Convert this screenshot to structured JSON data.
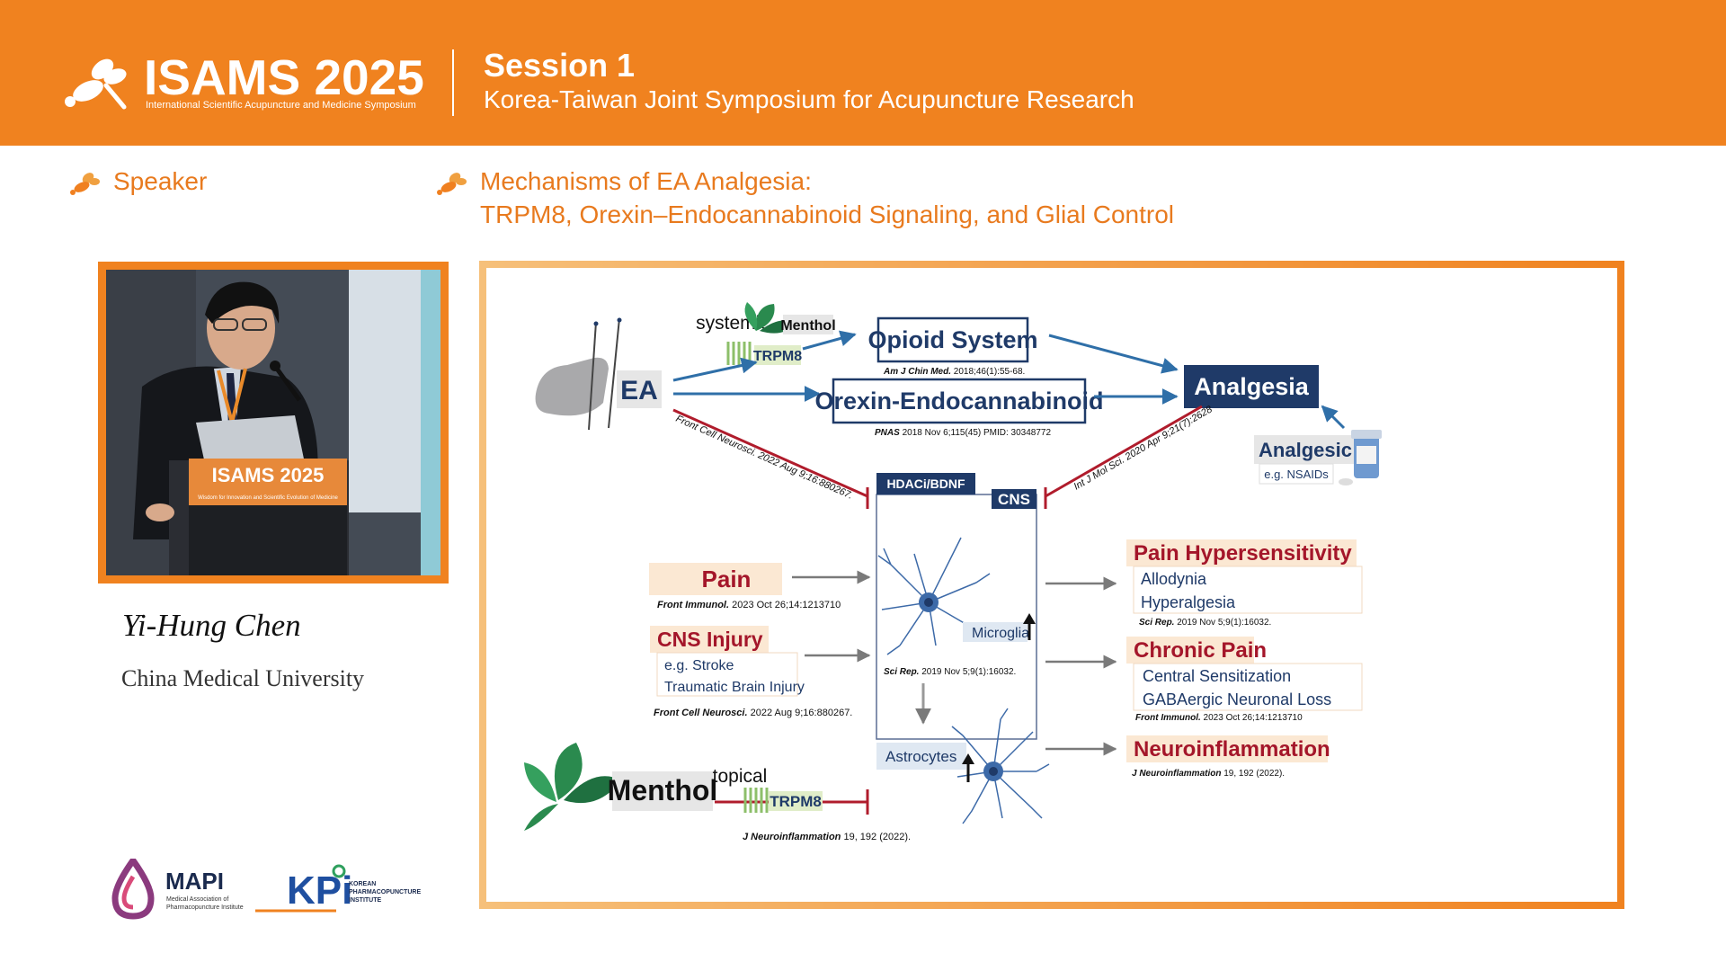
{
  "header": {
    "logo_title": "ISAMS 2025",
    "logo_subtitle": "International Scientific Acupuncture and Medicine Symposium",
    "session_title": "Session 1",
    "session_subtitle": "Korea-Taiwan Joint Symposium for Acupuncture Research"
  },
  "speaker_section": {
    "label": "Speaker",
    "name": "Yi-Hung Chen",
    "affiliation": "China Medical University",
    "podium_logo": "ISAMS 2025",
    "podium_sub": "Wisdom for Innovation and Scientific Evolution of Medicine"
  },
  "talk": {
    "title_line1": "Mechanisms of EA Analgesia:",
    "title_line2": "TRPM8, Orexin–Endocannabinoid Signaling, and Glial Control"
  },
  "diagram": {
    "ea": "EA",
    "systemic": "systemic",
    "menthol_small": "Menthol",
    "trpm8_top": "TRPM8",
    "opioid": "Opioid System",
    "opioid_ref_journal": "Am J Chin Med.",
    "opioid_ref_detail": " 2018;46(1):55-68.",
    "orexin": "Orexin-Endocannabinoid",
    "orexin_ref_journal": "PNAS",
    "orexin_ref_detail": " 2018 Nov 6;115(45) PMID: 30348772",
    "analgesia": "Analgesia",
    "analgesic": "Analgesic",
    "analgesic_eg": "e.g. NSAIDs",
    "diag_ref_left": "Front Cell Neurosci. 2022 Aug 9;16:880267.",
    "diag_ref_right": "Int J Mol Sci. 2020 Apr 9;21(7):2628",
    "hdac": "HDACi/BDNF",
    "cns": "CNS",
    "pain": "Pain",
    "pain_ref_journal": "Front Immunol.",
    "pain_ref_detail": " 2023 Oct 26;14:1213710",
    "cns_injury": "CNS Injury",
    "cns_injury_eg1": "e.g. Stroke",
    "cns_injury_eg2": "Traumatic Brain Injury",
    "cns_injury_ref_journal": "Front Cell Neurosci.",
    "cns_injury_ref_detail": " 2022 Aug 9;16:880267.",
    "microglia": "Microglia",
    "microglia_ref_journal": "Sci Rep.",
    "microglia_ref_detail": " 2019 Nov 5;9(1):16032.",
    "astrocytes": "Astrocytes",
    "menthol_big": "Menthol",
    "topical": "topical",
    "trpm8_bottom": "TRPM8",
    "menthol_ref_journal": "J Neuroinflammation",
    "menthol_ref_detail": " 19, 192 (2022).",
    "pain_hyper": "Pain Hypersensitivity",
    "allodynia": "Allodynia",
    "hyperalgesia": "Hyperalgesia",
    "pain_hyper_ref_journal": "Sci Rep.",
    "pain_hyper_ref_detail": " 2019 Nov 5;9(1):16032.",
    "chronic_pain": "Chronic Pain",
    "central_sens": "Central Sensitization",
    "gaba_loss": "GABAergic Neuronal Loss",
    "chronic_ref_journal": "Front Immunol.",
    "chronic_ref_detail": " 2023 Oct 26;14:1213710",
    "neuroinflammation": "Neuroinflammation",
    "neuro_ref_journal": "J Neuroinflammation",
    "neuro_ref_detail": " 19, 192 (2022)."
  },
  "footer": {
    "mapi": "MAPI",
    "mapi_sub1": "Medical Association of",
    "mapi_sub2": "Pharmacopuncture Institute",
    "kpi": "KPi",
    "kpi_sub1": "KOREAN",
    "kpi_sub2": "PHARMACOPUNCTURE",
    "kpi_sub3": "INSTITUTE"
  },
  "colors": {
    "brand_orange": "#f0821f",
    "navy": "#1f3a68",
    "arrow_blue": "#2f6fa8",
    "inhibit_red": "#b01c2c",
    "label_red": "#a4162a"
  },
  "icons": [
    "bee-logo-icon",
    "hand-needle-icon",
    "mint-leaf-icon",
    "receptor-icon",
    "pill-bottle-icon",
    "neuron-icon"
  ]
}
